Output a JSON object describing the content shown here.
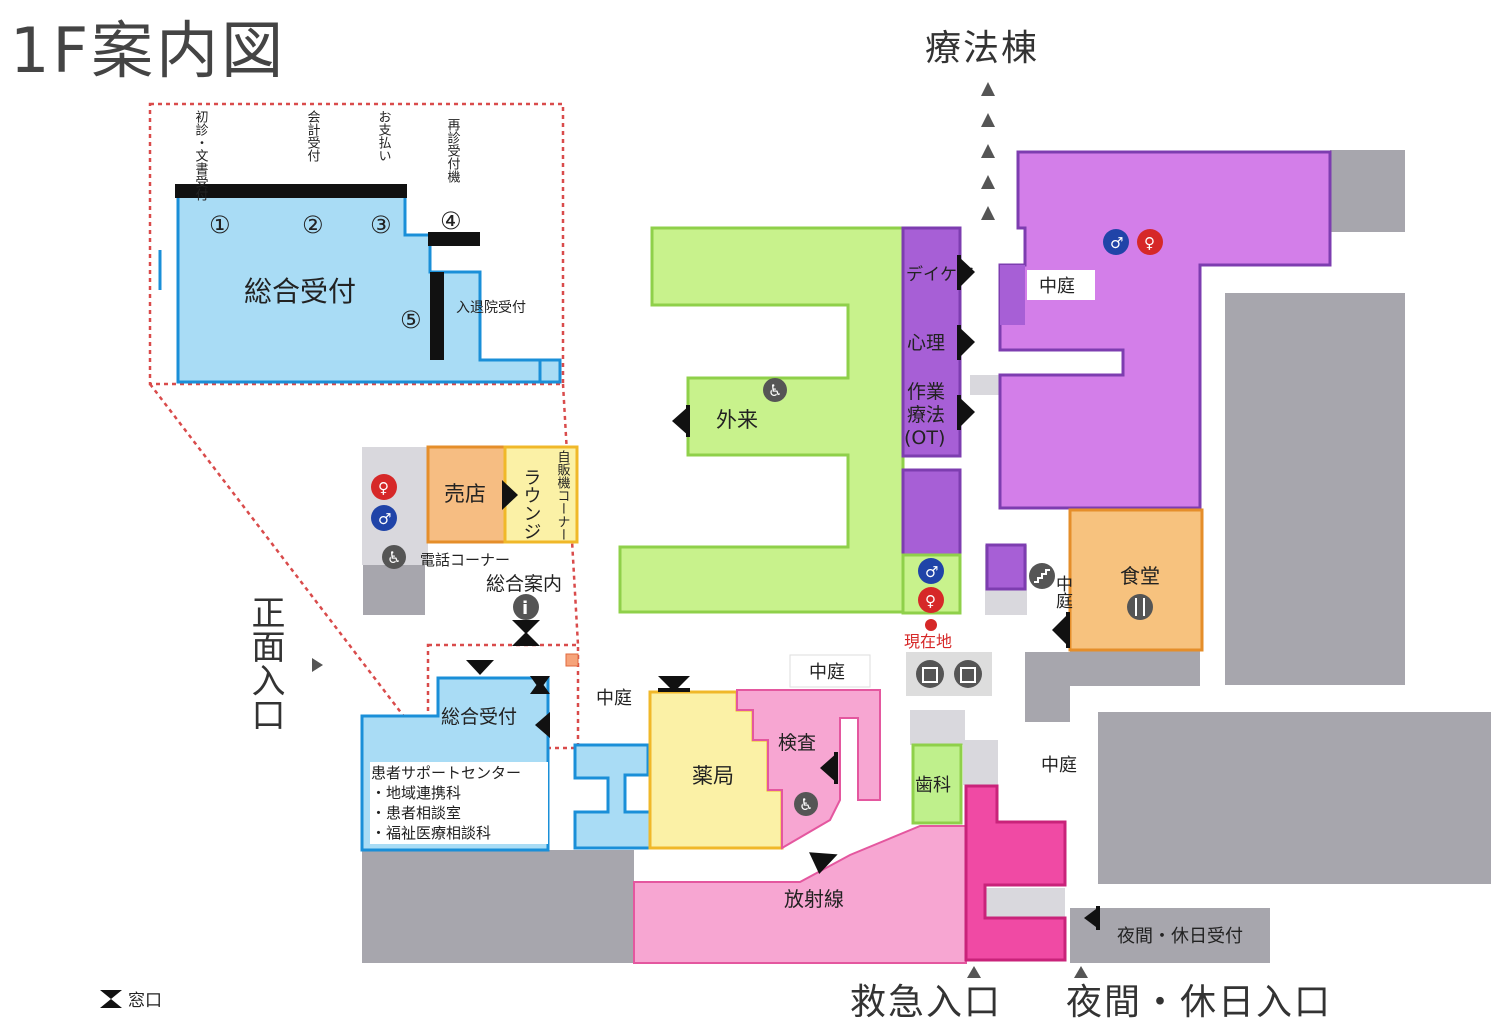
{
  "title": "1F案内図",
  "directions": {
    "therapy_building": "療法棟",
    "main_entrance": "正面入口",
    "emergency_entrance": "救急入口",
    "night_holiday_entrance": "夜間・休日入口"
  },
  "inset": {
    "counter_1": "初診・文書受付",
    "counter_2": "会計受付",
    "counter_3": "お支払い",
    "counter_4": "再診受付機",
    "counter_5": "入退院受付",
    "num_1": "①",
    "num_2": "②",
    "num_3": "③",
    "num_4": "④",
    "num_5": "⑤",
    "main_reception": "総合受付"
  },
  "rooms": {
    "outpatient": "外来",
    "daycare": "デイケア",
    "psychology": "心理",
    "ot_line1": "作業",
    "ot_line2": "療法",
    "ot_line3": "(OT)",
    "courtyard": "中庭",
    "shop": "売店",
    "lounge": "ラウンジ",
    "vending": "自販機コーナー",
    "phone_corner": "電話コーナー",
    "info_desk": "総合案内",
    "main_reception": "総合受付",
    "patient_support": "患者サポートセンター",
    "support_1": "・地域連携科",
    "support_2": "・患者相談室",
    "support_3": "・福祉医療相談科",
    "pharmacy": "薬局",
    "lab": "検査",
    "dental": "歯科",
    "radiology": "放射線",
    "cafeteria": "食堂",
    "night_reception": "夜間・休日受付",
    "current_location": "現在地"
  },
  "legend": {
    "window": "窓口"
  },
  "icons": [
    "wheelchair-icon",
    "male-restroom-icon",
    "female-restroom-icon",
    "elevator-icon",
    "info-icon",
    "cutlery-icon",
    "stairs-icon",
    "current-location-icon"
  ],
  "colors": {
    "reception_blue": "#a9dcf5",
    "outpatient_green": "#c8f28c",
    "therapy_purple": "#a75fd6",
    "therapy_light_purple": "#d37ee9",
    "shop_orange": "#f6bd82",
    "pharmacy_yellow": "#fbf1a6",
    "lab_pink": "#f7a6d2",
    "dental_green": "#bff08c",
    "emergency_magenta": "#f04aa4",
    "cafeteria_orange": "#f7c27e",
    "building_gray": "#a7a6ad",
    "corridor_gray": "#d4d3d8"
  }
}
